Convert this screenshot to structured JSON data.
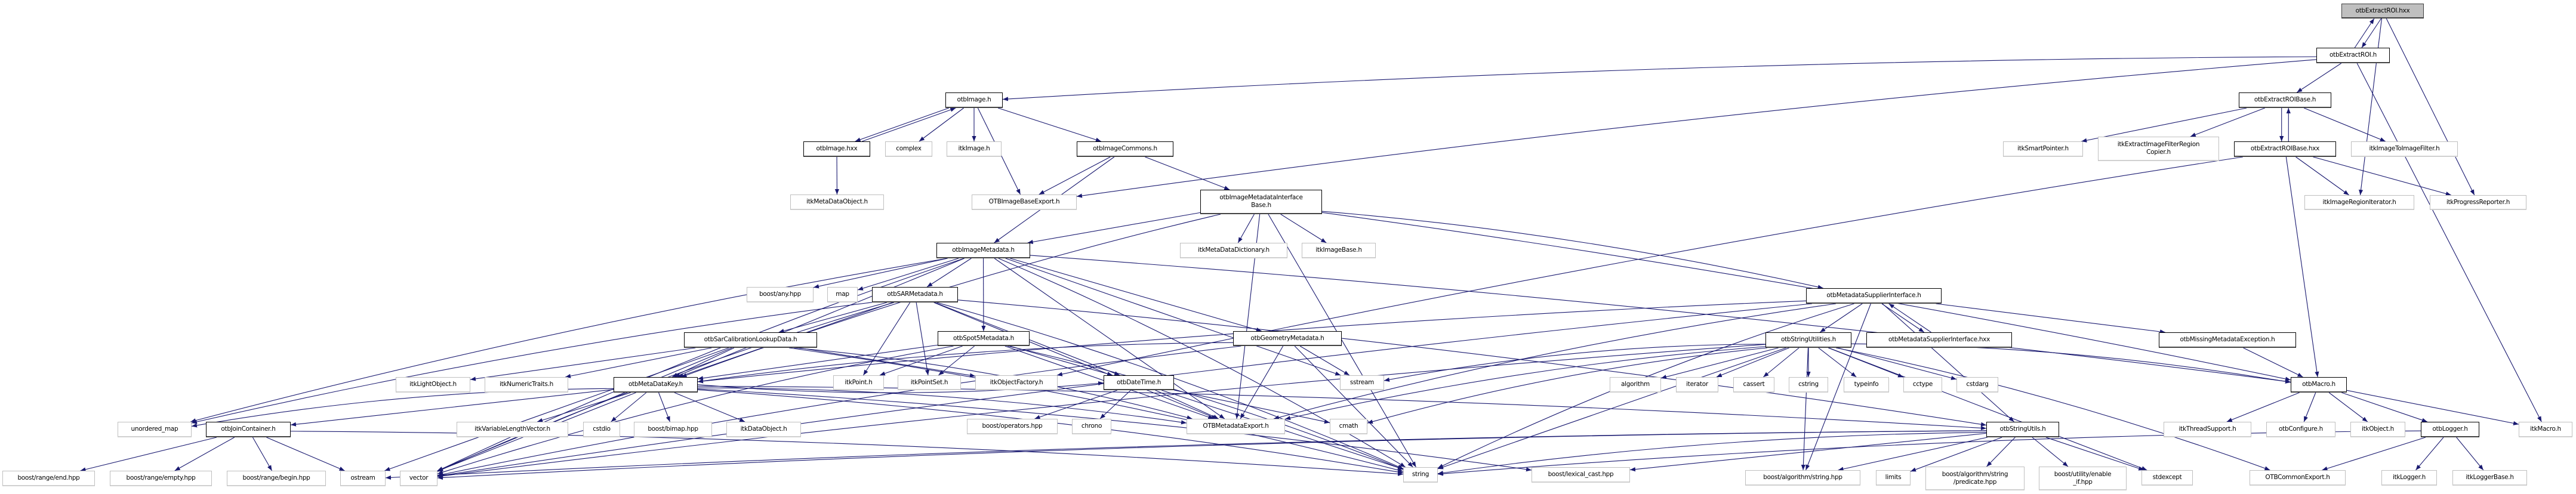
{
  "graph": {
    "edge_color": "#191970",
    "root_fill": "#bfbfbf",
    "nodes": [
      {
        "id": "extroi_hxx",
        "label": "otbExtractROI.hxx",
        "kind": "root"
      },
      {
        "id": "extroi_h",
        "label": "otbExtractROI.h",
        "kind": "documented"
      },
      {
        "id": "extroibase_h",
        "label": "otbExtractROIBase.h",
        "kind": "documented"
      },
      {
        "id": "smartptr",
        "label": "itkSmartPointer.h",
        "kind": "external"
      },
      {
        "id": "regcopier",
        "label": "itkExtractImageFilterRegion\nCopier.h",
        "kind": "external"
      },
      {
        "id": "extroibase_hxx",
        "label": "otbExtractROIBase.hxx",
        "kind": "documented"
      },
      {
        "id": "img2img",
        "label": "itkImageToImageFilter.h",
        "kind": "external"
      },
      {
        "id": "regiter",
        "label": "itkImageRegionIterator.h",
        "kind": "external"
      },
      {
        "id": "progress",
        "label": "itkProgressReporter.h",
        "kind": "external"
      },
      {
        "id": "otbimage_h",
        "label": "otbImage.h",
        "kind": "documented"
      },
      {
        "id": "otbimage_hxx",
        "label": "otbImage.hxx",
        "kind": "documented"
      },
      {
        "id": "complex",
        "label": "complex",
        "kind": "external"
      },
      {
        "id": "itkimage",
        "label": "itkImage.h",
        "kind": "external"
      },
      {
        "id": "imgcommons",
        "label": "otbImageCommons.h",
        "kind": "documented"
      },
      {
        "id": "mdobject",
        "label": "itkMetaDataObject.h",
        "kind": "external"
      },
      {
        "id": "imgbaseexport",
        "label": "OTBImageBaseExport.h",
        "kind": "external"
      },
      {
        "id": "imimdib",
        "label": "otbImageMetadataInterface\nBase.h",
        "kind": "documented"
      },
      {
        "id": "imgmd",
        "label": "otbImageMetadata.h",
        "kind": "documented"
      },
      {
        "id": "mddict",
        "label": "itkMetaDataDictionary.h",
        "kind": "external"
      },
      {
        "id": "imagebase",
        "label": "itkImageBase.h",
        "kind": "external"
      },
      {
        "id": "boostany",
        "label": "boost/any.hpp",
        "kind": "external"
      },
      {
        "id": "map",
        "label": "map",
        "kind": "external"
      },
      {
        "id": "sarmd",
        "label": "otbSARMetadata.h",
        "kind": "documented"
      },
      {
        "id": "sarcal",
        "label": "otbSarCalibrationLookupData.h",
        "kind": "documented"
      },
      {
        "id": "spot5",
        "label": "otbSpot5Metadata.h",
        "kind": "documented"
      },
      {
        "id": "geommd",
        "label": "otbGeometryMetadata.h",
        "kind": "documented"
      },
      {
        "id": "mdsupplier",
        "label": "otbMetadataSupplierInterface.h",
        "kind": "documented"
      },
      {
        "id": "strutilities",
        "label": "otbStringUtilities.h",
        "kind": "documented"
      },
      {
        "id": "mdsupplier_hxx",
        "label": "otbMetadataSupplierInterface.hxx",
        "kind": "documented"
      },
      {
        "id": "missingmd",
        "label": "otbMissingMetadataException.h",
        "kind": "documented"
      },
      {
        "id": "lightobj",
        "label": "itkLightObject.h",
        "kind": "external"
      },
      {
        "id": "numtraits",
        "label": "itkNumericTraits.h",
        "kind": "external"
      },
      {
        "id": "mdkey",
        "label": "otbMetaDataKey.h",
        "kind": "documented"
      },
      {
        "id": "itkpoint",
        "label": "itkPoint.h",
        "kind": "external"
      },
      {
        "id": "pointset",
        "label": "itkPointSet.h",
        "kind": "external"
      },
      {
        "id": "objfactory",
        "label": "itkObjectFactory.h",
        "kind": "external"
      },
      {
        "id": "datetime",
        "label": "otbDateTime.h",
        "kind": "documented"
      },
      {
        "id": "sstream",
        "label": "sstream",
        "kind": "external"
      },
      {
        "id": "algorithm",
        "label": "algorithm",
        "kind": "external"
      },
      {
        "id": "iterator",
        "label": "iterator",
        "kind": "external"
      },
      {
        "id": "cassert",
        "label": "cassert",
        "kind": "external"
      },
      {
        "id": "cstring",
        "label": "cstring",
        "kind": "external"
      },
      {
        "id": "typeinfo",
        "label": "typeinfo",
        "kind": "external"
      },
      {
        "id": "cctype",
        "label": "cctype",
        "kind": "external"
      },
      {
        "id": "cstdarg",
        "label": "cstdarg",
        "kind": "external"
      },
      {
        "id": "otbmacro",
        "label": "otbMacro.h",
        "kind": "documented"
      },
      {
        "id": "unordered_map",
        "label": "unordered_map",
        "kind": "external"
      },
      {
        "id": "joincontainer",
        "label": "otbJoinContainer.h",
        "kind": "documented"
      },
      {
        "id": "varlenvec",
        "label": "itkVariableLengthVector.h",
        "kind": "external"
      },
      {
        "id": "cstdio",
        "label": "cstdio",
        "kind": "external"
      },
      {
        "id": "bimap",
        "label": "boost/bimap.hpp",
        "kind": "external"
      },
      {
        "id": "dataobject",
        "label": "itkDataObject.h",
        "kind": "external"
      },
      {
        "id": "operators",
        "label": "boost/operators.hpp",
        "kind": "external"
      },
      {
        "id": "chrono",
        "label": "chrono",
        "kind": "external"
      },
      {
        "id": "mdexport",
        "label": "OTBMetadataExport.h",
        "kind": "external"
      },
      {
        "id": "cmath",
        "label": "cmath",
        "kind": "external"
      },
      {
        "id": "strutils",
        "label": "otbStringUtils.h",
        "kind": "documented"
      },
      {
        "id": "threadsupport",
        "label": "itkThreadSupport.h",
        "kind": "external"
      },
      {
        "id": "otbconfigure",
        "label": "otbConfigure.h",
        "kind": "external"
      },
      {
        "id": "itkobject",
        "label": "itkObject.h",
        "kind": "external"
      },
      {
        "id": "otblogger",
        "label": "otbLogger.h",
        "kind": "documented"
      },
      {
        "id": "itkmacro",
        "label": "itkMacro.h",
        "kind": "external"
      },
      {
        "id": "rangeend",
        "label": "boost/range/end.hpp",
        "kind": "external"
      },
      {
        "id": "rangeempty",
        "label": "boost/range/empty.hpp",
        "kind": "external"
      },
      {
        "id": "rangebegin",
        "label": "boost/range/begin.hpp",
        "kind": "external"
      },
      {
        "id": "ostream",
        "label": "ostream",
        "kind": "external"
      },
      {
        "id": "vector",
        "label": "vector",
        "kind": "external"
      },
      {
        "id": "string",
        "label": "string",
        "kind": "external"
      },
      {
        "id": "lexicalcast",
        "label": "boost/lexical_cast.hpp",
        "kind": "external"
      },
      {
        "id": "algostring",
        "label": "boost/algorithm/string.hpp",
        "kind": "external"
      },
      {
        "id": "limits",
        "label": "limits",
        "kind": "external"
      },
      {
        "id": "predicate",
        "label": "boost/algorithm/string\n/predicate.hpp",
        "kind": "external"
      },
      {
        "id": "enableif",
        "label": "boost/utility/enable\n_if.hpp",
        "kind": "external"
      },
      {
        "id": "stdexcept",
        "label": "stdexcept",
        "kind": "external"
      },
      {
        "id": "commonexport",
        "label": "OTBCommonExport.h",
        "kind": "external"
      },
      {
        "id": "itklogger",
        "label": "itkLogger.h",
        "kind": "external"
      },
      {
        "id": "itkloggerbase",
        "label": "itkLoggerBase.h",
        "kind": "external"
      }
    ],
    "edges": [
      [
        "extroi_hxx",
        "extroi_h"
      ],
      [
        "extroi_hxx",
        "regiter"
      ],
      [
        "extroi_hxx",
        "progress"
      ],
      [
        "extroi_h",
        "extroi_hxx"
      ],
      [
        "extroi_h",
        "otbimage_h"
      ],
      [
        "extroi_h",
        "imgbaseexport"
      ],
      [
        "extroi_h",
        "extroibase_h"
      ],
      [
        "extroi_h",
        "itkmacro"
      ],
      [
        "extroibase_h",
        "smartptr"
      ],
      [
        "extroibase_h",
        "regcopier"
      ],
      [
        "extroibase_h",
        "extroibase_hxx"
      ],
      [
        "extroibase_h",
        "img2img"
      ],
      [
        "extroibase_hxx",
        "extroibase_h"
      ],
      [
        "extroibase_hxx",
        "regiter"
      ],
      [
        "extroibase_hxx",
        "progress"
      ],
      [
        "extroibase_hxx",
        "otbmacro"
      ],
      [
        "extroibase_hxx",
        "objfactory"
      ],
      [
        "otbimage_h",
        "otbimage_hxx"
      ],
      [
        "otbimage_h",
        "complex"
      ],
      [
        "otbimage_h",
        "itkimage"
      ],
      [
        "otbimage_h",
        "imgbaseexport"
      ],
      [
        "otbimage_h",
        "imgcommons"
      ],
      [
        "otbimage_hxx",
        "otbimage_h"
      ],
      [
        "otbimage_hxx",
        "mdobject"
      ],
      [
        "imgcommons",
        "imgbaseexport"
      ],
      [
        "imgcommons",
        "imgmd"
      ],
      [
        "imgcommons",
        "imimdib"
      ],
      [
        "imimdib",
        "imgmd"
      ],
      [
        "imimdib",
        "mddict"
      ],
      [
        "imimdib",
        "imagebase"
      ],
      [
        "imimdib",
        "mdsupplier"
      ],
      [
        "imimdib",
        "mdexport"
      ],
      [
        "imimdib",
        "otbmacro"
      ],
      [
        "imimdib",
        "mdkey"
      ],
      [
        "imimdib",
        "string"
      ],
      [
        "imgmd",
        "boostany"
      ],
      [
        "imgmd",
        "map"
      ],
      [
        "imgmd",
        "sarmd"
      ],
      [
        "imgmd",
        "spot5"
      ],
      [
        "imgmd",
        "geommd"
      ],
      [
        "imgmd",
        "mdkey"
      ],
      [
        "imgmd",
        "unordered_map"
      ],
      [
        "imgmd",
        "vector"
      ],
      [
        "imgmd",
        "string"
      ],
      [
        "imgmd",
        "mdexport"
      ],
      [
        "imgmd",
        "otbmacro"
      ],
      [
        "imgmd",
        "sstream"
      ],
      [
        "sarmd",
        "sarcal"
      ],
      [
        "sarmd",
        "mdkey"
      ],
      [
        "sarmd",
        "itkpoint"
      ],
      [
        "sarmd",
        "pointset"
      ],
      [
        "sarmd",
        "datetime"
      ],
      [
        "sarmd",
        "mdexport"
      ],
      [
        "sarmd",
        "string"
      ],
      [
        "sarmd",
        "vector"
      ],
      [
        "sarmd",
        "unordered_map"
      ],
      [
        "sarmd",
        "strutils"
      ],
      [
        "sarcal",
        "lightobj"
      ],
      [
        "sarcal",
        "numtraits"
      ],
      [
        "sarcal",
        "mdkey"
      ],
      [
        "sarcal",
        "objfactory"
      ],
      [
        "sarcal",
        "mdexport"
      ],
      [
        "sarcal",
        "vector"
      ],
      [
        "sarcal",
        "string"
      ],
      [
        "sarcal",
        "ostream"
      ],
      [
        "spot5",
        "itkpoint"
      ],
      [
        "spot5",
        "pointset"
      ],
      [
        "spot5",
        "datetime"
      ],
      [
        "spot5",
        "mdexport"
      ],
      [
        "spot5",
        "mdkey"
      ],
      [
        "spot5",
        "string"
      ],
      [
        "spot5",
        "vector"
      ],
      [
        "geommd",
        "sstream"
      ],
      [
        "geommd",
        "string"
      ],
      [
        "geommd",
        "mdexport"
      ],
      [
        "geommd",
        "mdkey"
      ],
      [
        "geommd",
        "vector"
      ],
      [
        "mdkey",
        "unordered_map"
      ],
      [
        "mdkey",
        "joincontainer"
      ],
      [
        "mdkey",
        "vector"
      ],
      [
        "mdkey",
        "varlenvec"
      ],
      [
        "mdkey",
        "cstdio"
      ],
      [
        "mdkey",
        "bimap"
      ],
      [
        "mdkey",
        "dataobject"
      ],
      [
        "mdkey",
        "string"
      ],
      [
        "mdkey",
        "mdexport"
      ],
      [
        "mdkey",
        "datetime"
      ],
      [
        "mdkey",
        "strutils"
      ],
      [
        "mdkey",
        "lexicalcast"
      ],
      [
        "joincontainer",
        "rangeend"
      ],
      [
        "joincontainer",
        "rangeempty"
      ],
      [
        "joincontainer",
        "rangebegin"
      ],
      [
        "joincontainer",
        "ostream"
      ],
      [
        "joincontainer",
        "string"
      ],
      [
        "datetime",
        "operators"
      ],
      [
        "datetime",
        "chrono"
      ],
      [
        "datetime",
        "mdexport"
      ],
      [
        "datetime",
        "string"
      ],
      [
        "datetime",
        "cmath"
      ],
      [
        "mdsupplier",
        "strutilities"
      ],
      [
        "mdsupplier",
        "mdsupplier_hxx"
      ],
      [
        "mdsupplier",
        "missingmd"
      ],
      [
        "mdsupplier",
        "strutils"
      ],
      [
        "mdsupplier",
        "mdexport"
      ],
      [
        "mdsupplier",
        "string"
      ],
      [
        "mdsupplier",
        "vector"
      ],
      [
        "mdsupplier",
        "algostring"
      ],
      [
        "mdsupplier",
        "mdkey"
      ],
      [
        "mdsupplier_hxx",
        "mdsupplier"
      ],
      [
        "strutilities",
        "algorithm"
      ],
      [
        "strutilities",
        "iterator"
      ],
      [
        "strutilities",
        "cassert"
      ],
      [
        "strutilities",
        "cstring"
      ],
      [
        "strutilities",
        "typeinfo"
      ],
      [
        "strutilities",
        "cctype"
      ],
      [
        "strutilities",
        "cstdarg"
      ],
      [
        "strutilities",
        "otbmacro"
      ],
      [
        "strutilities",
        "string"
      ],
      [
        "strutilities",
        "vector"
      ],
      [
        "strutilities",
        "sstream"
      ],
      [
        "strutilities",
        "stdexcept"
      ],
      [
        "strutilities",
        "commonexport"
      ],
      [
        "strutilities",
        "algostring"
      ],
      [
        "strutilities",
        "cmath"
      ],
      [
        "strutilities",
        "mdexport"
      ],
      [
        "missingmd",
        "otbmacro"
      ],
      [
        "otbmacro",
        "threadsupport"
      ],
      [
        "otbmacro",
        "otbconfigure"
      ],
      [
        "otbmacro",
        "itkobject"
      ],
      [
        "otbmacro",
        "otblogger"
      ],
      [
        "otbmacro",
        "itkmacro"
      ],
      [
        "otblogger",
        "commonexport"
      ],
      [
        "otblogger",
        "itklogger"
      ],
      [
        "otblogger",
        "itkloggerbase"
      ],
      [
        "otblogger",
        "string"
      ],
      [
        "strutils",
        "lexicalcast"
      ],
      [
        "strutils",
        "algostring"
      ],
      [
        "strutils",
        "limits"
      ],
      [
        "strutils",
        "predicate"
      ],
      [
        "strutils",
        "enableif"
      ],
      [
        "strutils",
        "stdexcept"
      ],
      [
        "strutils",
        "string"
      ],
      [
        "strutils",
        "vector"
      ],
      [
        "strutils",
        "ostream"
      ]
    ]
  }
}
